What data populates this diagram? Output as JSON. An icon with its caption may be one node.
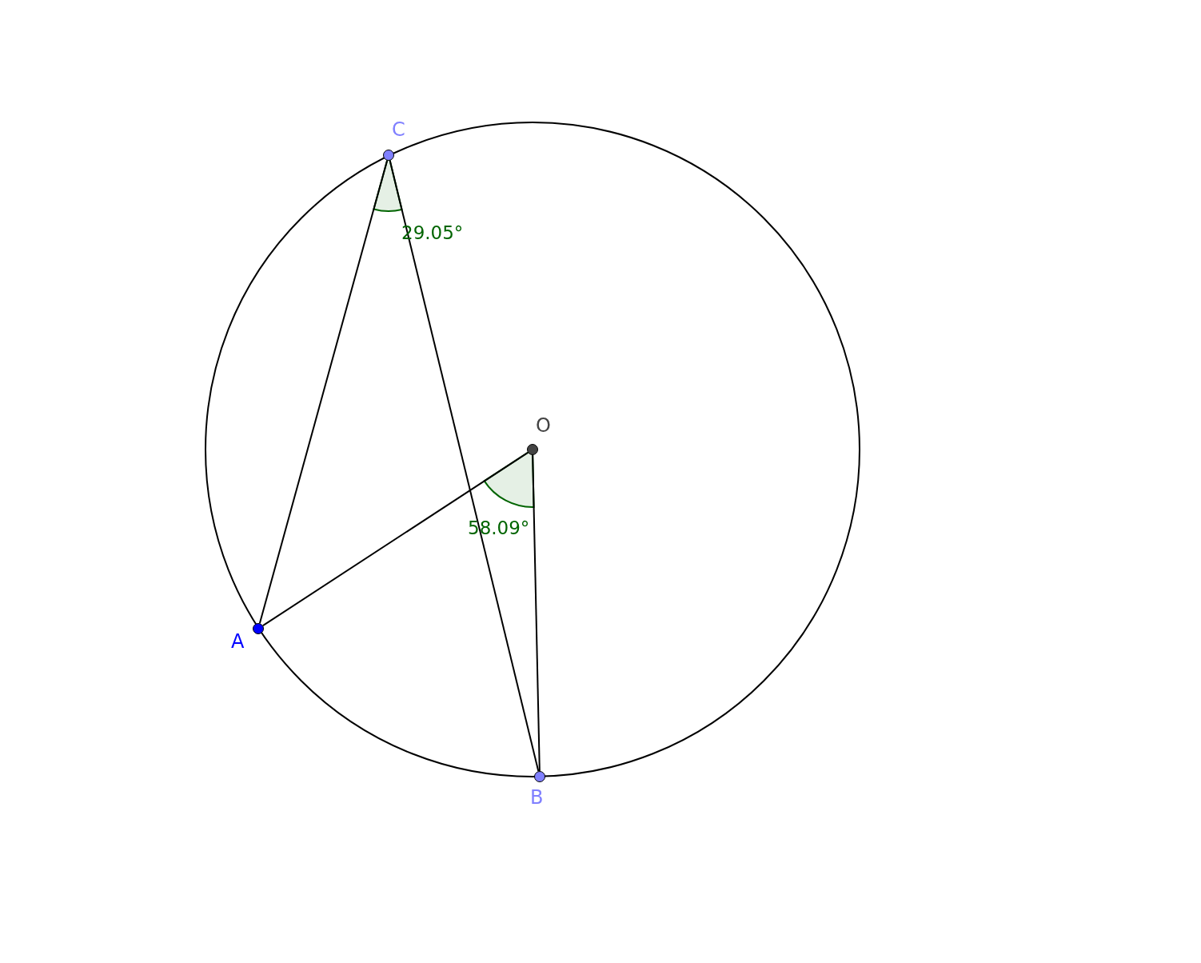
{
  "diagram": {
    "nodes": [
      {
        "text": [
          "C"
        ]
      },
      {
        "text": [
          "O"
        ]
      },
      {
        "text": [
          "A"
        ]
      },
      {
        "text": [
          "B"
        ]
      }
    ],
    "edges": [
      {
        "from": 0,
        "to": 2,
        "arrow": "none"
      },
      {
        "from": 0,
        "to": 3,
        "arrow": "none"
      },
      {
        "from": 1,
        "to": 2,
        "arrow": "none"
      },
      {
        "from": 1,
        "to": 3,
        "arrow": "none"
      }
    ],
    "labels": [
      "29.05°",
      "58.09°"
    ]
  }
}
